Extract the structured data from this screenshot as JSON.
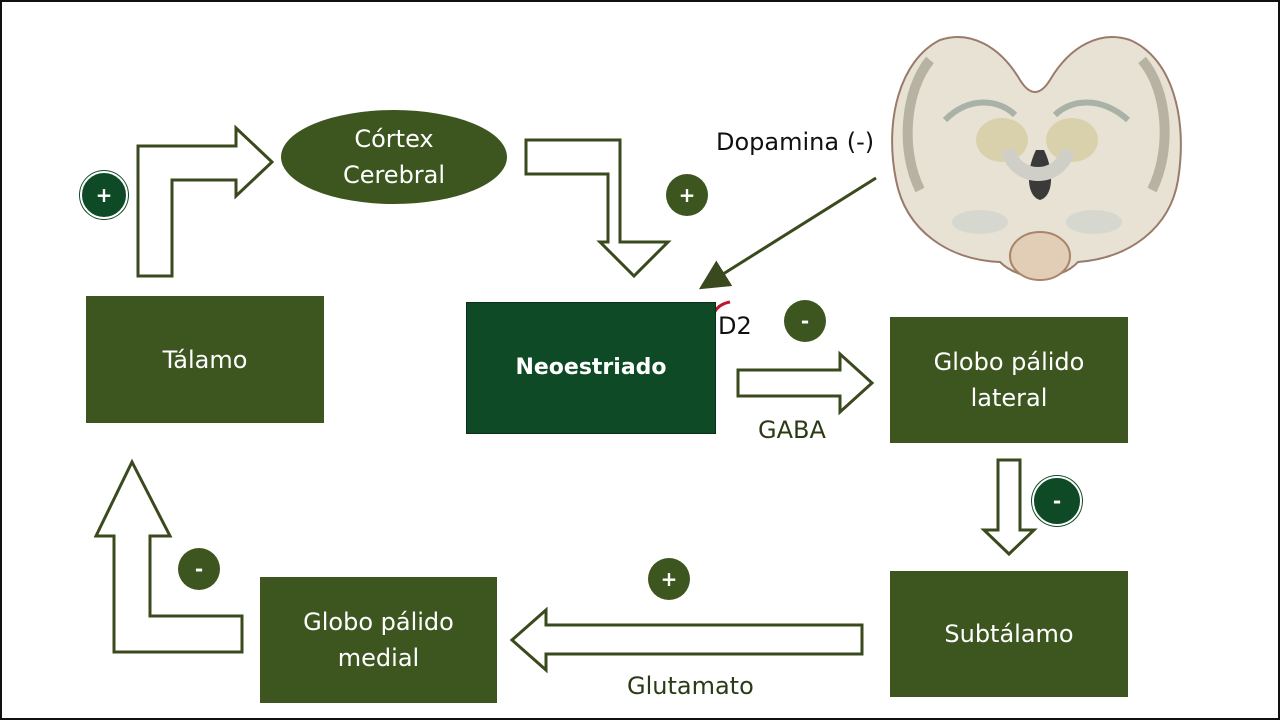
{
  "nodes": {
    "cortex": "Córtex Cerebral",
    "talamo": "Tálamo",
    "neoestriado": "Neoestriado",
    "gp_lateral": "Globo pálido lateral",
    "subtalamo": "Subtálamo",
    "gp_medial": "Globo pálido medial"
  },
  "labels": {
    "dopamina": "Dopamina (-)",
    "d2": "D2",
    "gaba": "GABA",
    "glutamato": "Glutamato"
  },
  "signs": {
    "talamo_to_cortex": "+",
    "cortex_to_neo": "+",
    "neo_to_gpl": "-",
    "gpl_to_sub": "-",
    "sub_to_gpm": "+",
    "gpm_to_talamo": "-"
  },
  "colors": {
    "box": "#3d5620",
    "neoestriado": "#0f4a26",
    "arrow_outline": "#3a4a1e",
    "d2_mark": "#c0152f"
  },
  "image": {
    "subject": "brain-section-illustration"
  }
}
